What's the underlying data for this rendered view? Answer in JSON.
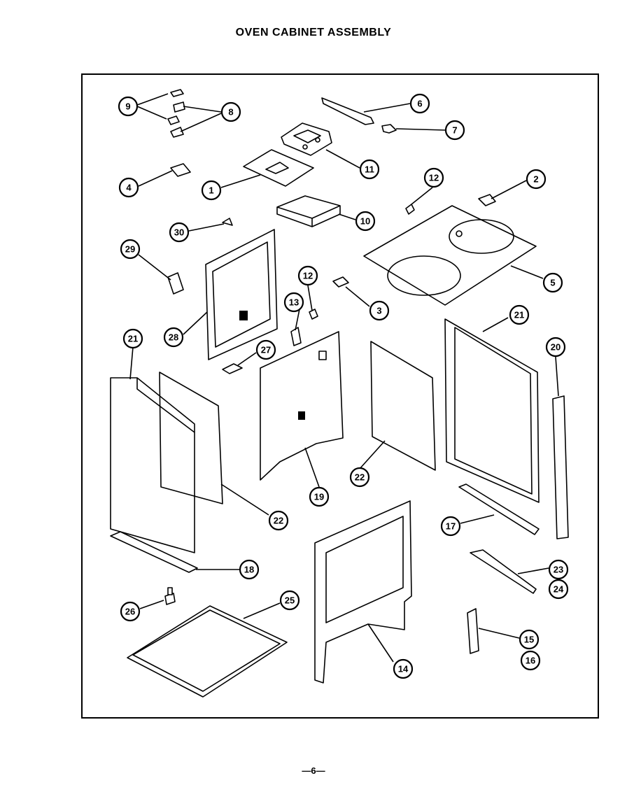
{
  "title": "OVEN CABINET ASSEMBLY",
  "page_number": "—6—",
  "callouts": [
    "9",
    "8",
    "6",
    "7",
    "11",
    "4",
    "1",
    "12",
    "2",
    "10",
    "30",
    "5",
    "29",
    "12",
    "3",
    "13",
    "28",
    "21",
    "27",
    "21",
    "20",
    "19",
    "22",
    "22",
    "17",
    "18",
    "23",
    "24",
    "26",
    "25",
    "14",
    "15",
    "16"
  ]
}
